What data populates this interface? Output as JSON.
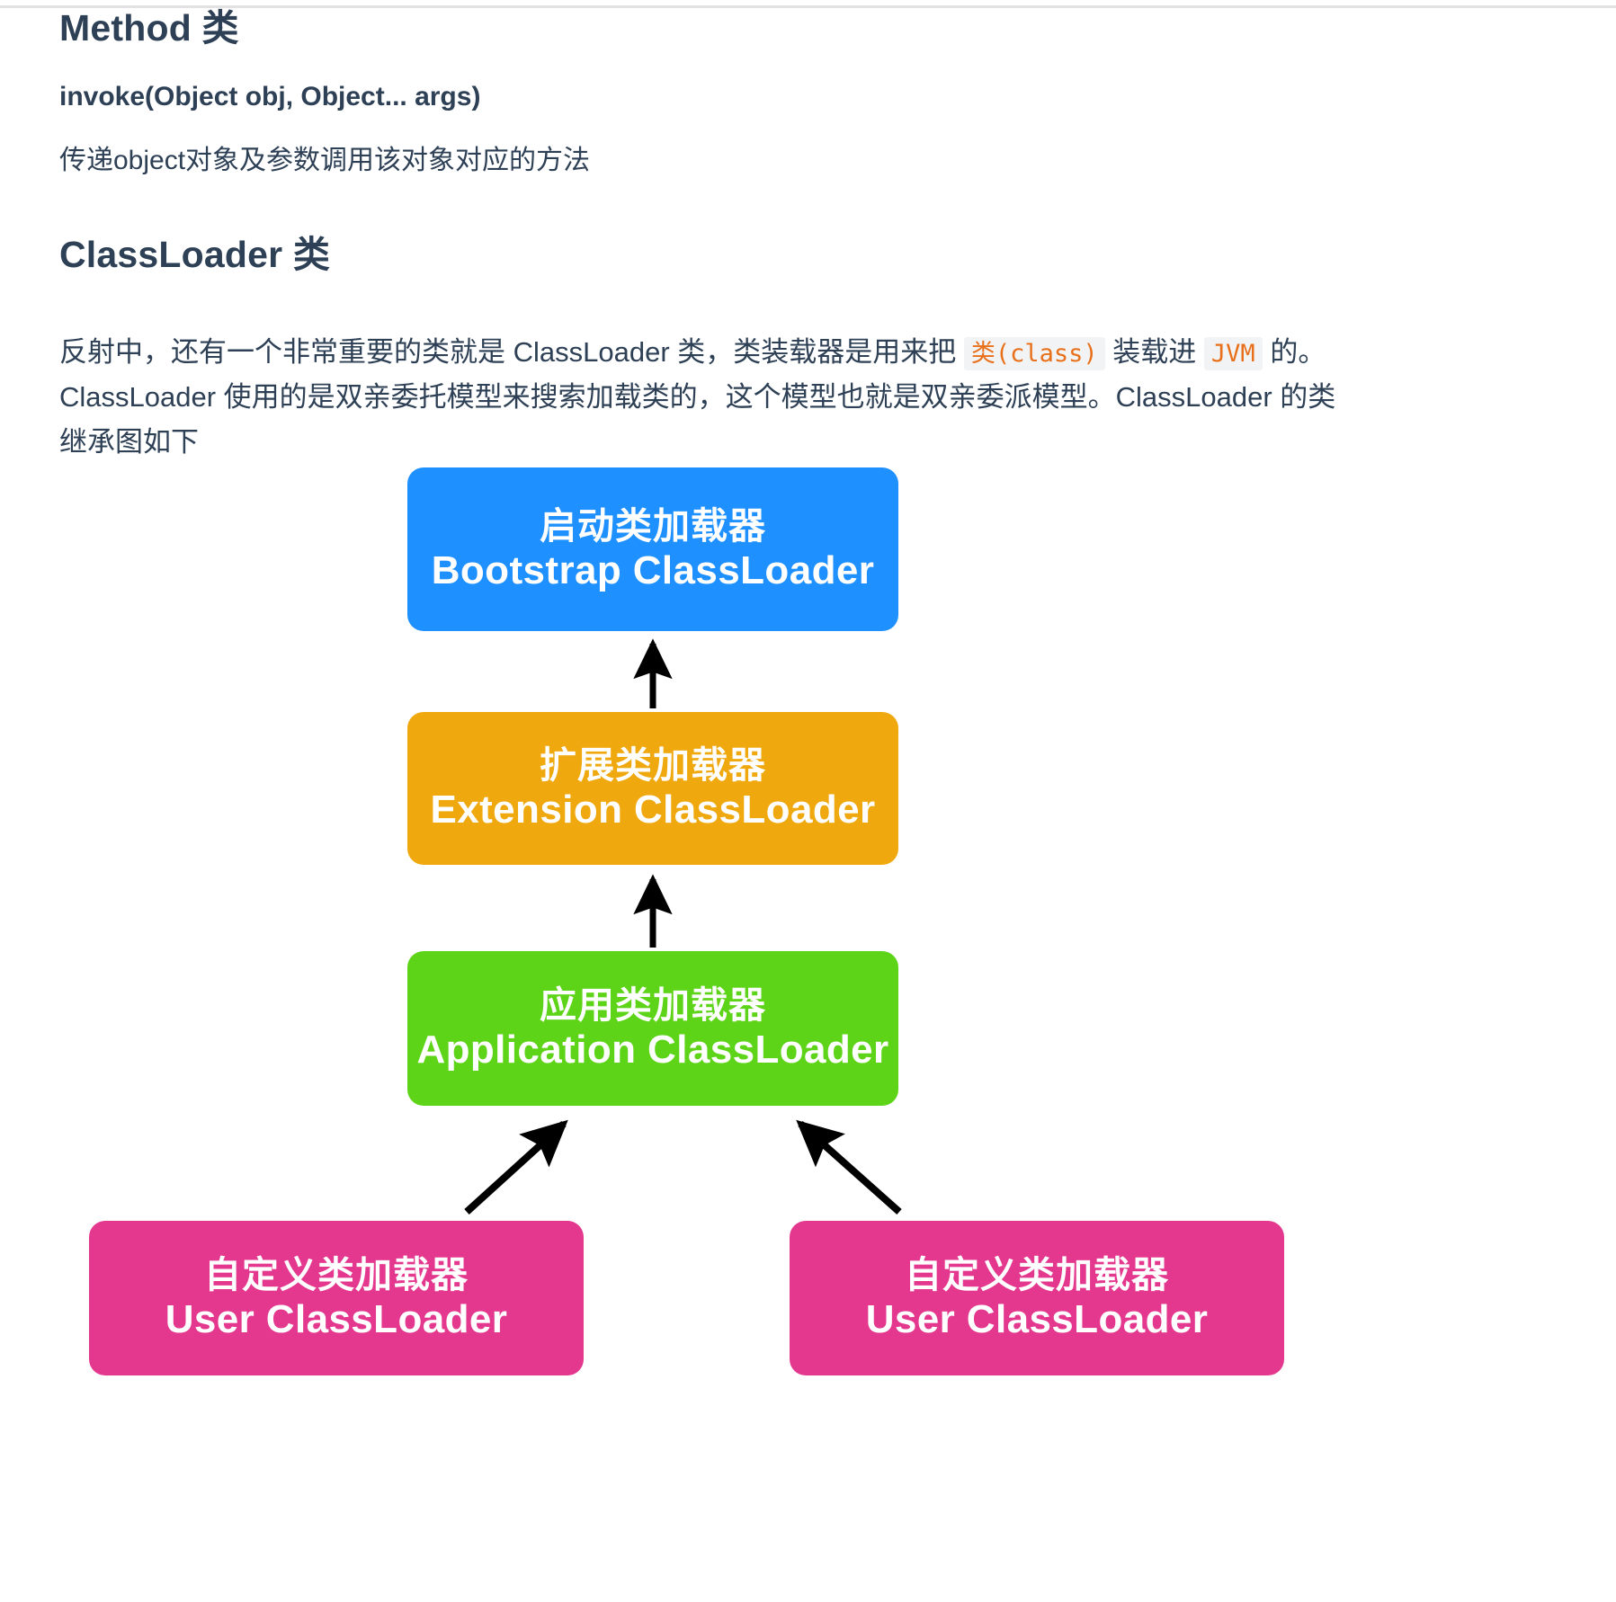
{
  "sections": {
    "method": {
      "heading": "Method 类",
      "signature": "invoke(Object obj, Object... args)",
      "description": "传递object对象及参数调用该对象对应的方法"
    },
    "classloader": {
      "heading": "ClassLoader 类",
      "paragraph": {
        "part1": "反射中，还有一个非常重要的类就是 ClassLoader 类，类装载器是用来把 ",
        "code1": "类(class)",
        "part2": " 装载进 ",
        "code2": "JVM",
        "part3": " 的。ClassLoader 使用的是双亲委托模型来搜索加载类的，这个模型也就是双亲委派模型。ClassLoader 的类继承图如下"
      }
    }
  },
  "diagram": {
    "nodes": [
      {
        "id": "bootstrap",
        "cn": "启动类加载器",
        "en": "Bootstrap ClassLoader",
        "color": "#1e90ff"
      },
      {
        "id": "extension",
        "cn": "扩展类加载器",
        "en": "Extension ClassLoader",
        "color": "#efa80e"
      },
      {
        "id": "application",
        "cn": "应用类加载器",
        "en": "Application ClassLoader",
        "color": "#5ed419"
      },
      {
        "id": "user-left",
        "cn": "自定义类加载器",
        "en": "User ClassLoader",
        "color": "#e4388f"
      },
      {
        "id": "user-right",
        "cn": "自定义类加载器",
        "en": "User ClassLoader",
        "color": "#e4388f"
      }
    ],
    "arrows": [
      {
        "from": "extension",
        "to": "bootstrap",
        "direction": "up"
      },
      {
        "from": "application",
        "to": "extension",
        "direction": "up"
      },
      {
        "from": "user-left",
        "to": "application",
        "direction": "up-right"
      },
      {
        "from": "user-right",
        "to": "application",
        "direction": "up-left"
      }
    ],
    "arrow_color": "#000000"
  },
  "theme": {
    "text_color": "#2e4055",
    "code_text": "#e8701a",
    "code_bg": "#f2f3f5",
    "page_bg": "#ffffff",
    "rule_color": "#e2e2e4"
  }
}
